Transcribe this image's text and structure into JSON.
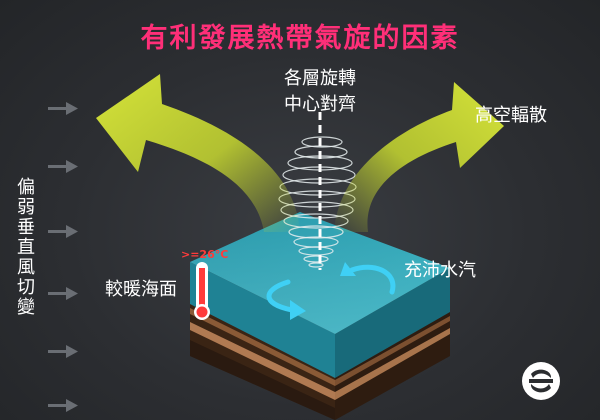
{
  "title": "有利發展熱帶氣旋的因素",
  "labels": {
    "center_line1": "各層旋轉",
    "center_line2": "中心對齊",
    "upper_divergence": "高空輻散",
    "moisture": "充沛水汽",
    "warm_sea": "較暖海面",
    "temperature": ">=26°C",
    "wind_shear": "偏弱垂直風切變"
  },
  "icons": [
    "wind-arrow-icon",
    "thermometer-icon",
    "rotation-arrow-icon",
    "logo-icon"
  ],
  "colors": {
    "title": "#ff2f78",
    "outflow_arrow": "#c8d930",
    "ocean": "#2fa3b3",
    "rotation_arrow": "#3fd0f5",
    "thermometer": "#ff3b3b"
  }
}
